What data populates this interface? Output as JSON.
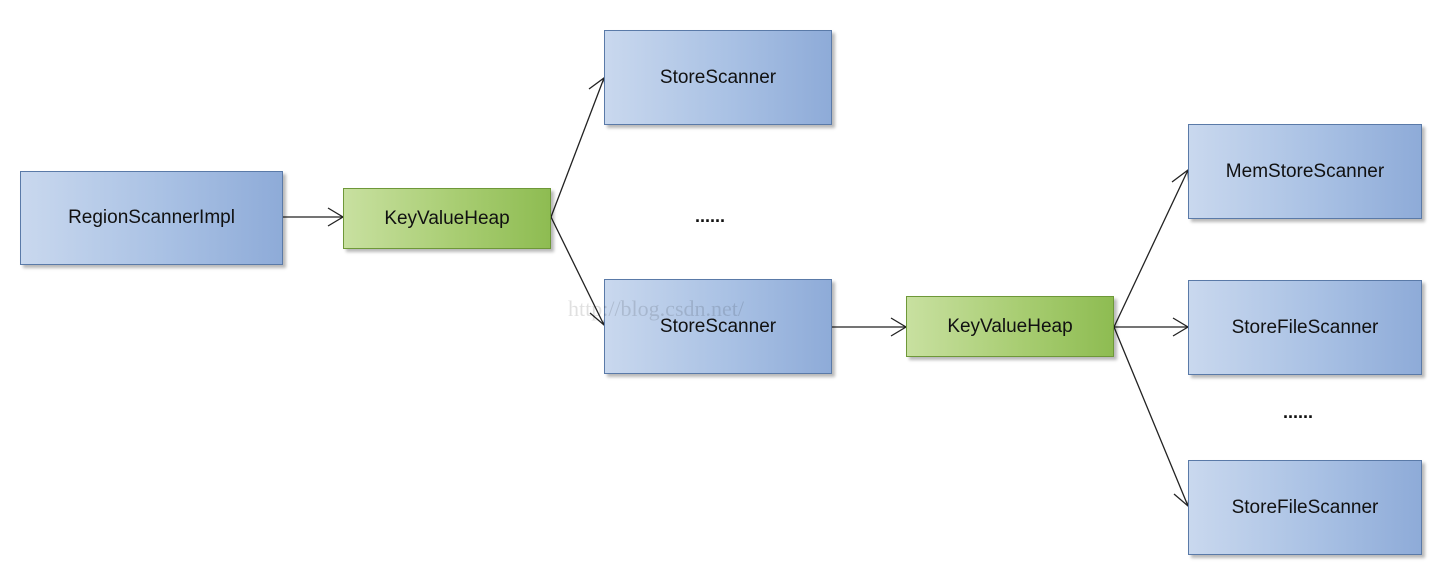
{
  "diagram": {
    "nodes": {
      "region_scanner_impl": "RegionScannerImpl",
      "kv_heap_1": "KeyValueHeap",
      "store_scanner_top": "StoreScanner",
      "ellipsis_mid": "......",
      "store_scanner_bottom": "StoreScanner",
      "kv_heap_2": "KeyValueHeap",
      "memstore_scanner": "MemStoreScanner",
      "storefile_scanner_1": "StoreFileScanner",
      "ellipsis_right": "......",
      "storefile_scanner_2": "StoreFileScanner"
    },
    "watermark": "http://blog.csdn.net/",
    "colors": {
      "blue_node": "#a9c1e4",
      "green_node": "#a8cd72",
      "edge": "#222222"
    }
  }
}
